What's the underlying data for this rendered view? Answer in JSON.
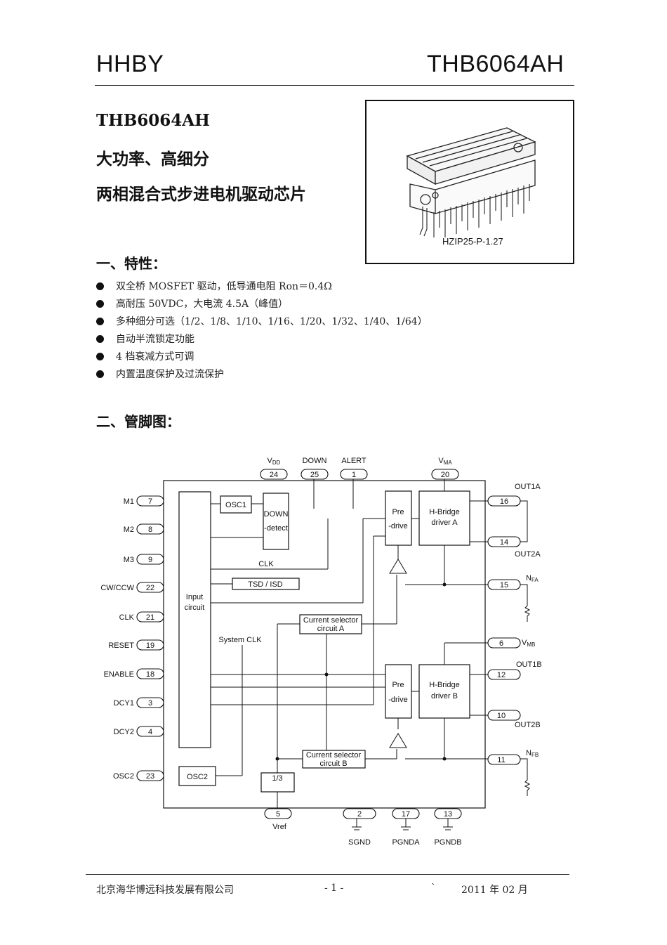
{
  "header": {
    "left": "HHBY",
    "right": "THB6064AH"
  },
  "title": {
    "part": "THB6064AH",
    "line2": "大功率、高细分",
    "line3": "两相混合式步进电机驱动芯片"
  },
  "package": {
    "label": "HZIP25-P-1.27"
  },
  "features": {
    "heading": "一、特性：",
    "items": [
      "双全桥 MOSFET 驱动，低导通电阻 Ron＝0.4Ω",
      "高耐压 50VDC，大电流 4.5A（峰值）",
      "多种细分可选（1/2、1/8、1/10、1/16、1/20、1/32、1/40、1/64）",
      "自动半流锁定功能",
      "4 档衰减方式可调",
      "内置温度保护及过流保护"
    ]
  },
  "pinout": {
    "heading": "二、管脚图：",
    "left_pins": [
      {
        "name": "M1",
        "num": "7"
      },
      {
        "name": "M2",
        "num": "8"
      },
      {
        "name": "M3",
        "num": "9"
      },
      {
        "name": "CW/CCW",
        "num": "22"
      },
      {
        "name": "CLK",
        "num": "21"
      },
      {
        "name": "RESET",
        "num": "19"
      },
      {
        "name": "ENABLE",
        "num": "18"
      },
      {
        "name": "DCY1",
        "num": "3"
      },
      {
        "name": "DCY2",
        "num": "4"
      },
      {
        "name": "OSC2",
        "num": "23"
      }
    ],
    "top_pins": [
      {
        "name": "V",
        "sub": "DD",
        "num": "24"
      },
      {
        "name": "DOWN",
        "sub": "",
        "num": "25"
      },
      {
        "name": "ALERT",
        "sub": "",
        "num": "1"
      },
      {
        "name": "V",
        "sub": "MA",
        "num": "20"
      }
    ],
    "right_pins": [
      {
        "name": "OUT1A",
        "num": "16"
      },
      {
        "name": "OUT2A",
        "num": "14"
      },
      {
        "name": "N",
        "sub": "FA",
        "num": "15"
      },
      {
        "name": "V",
        "sub": "MB",
        "num": "6"
      },
      {
        "name": "OUT1B",
        "num": "12"
      },
      {
        "name": "OUT2B",
        "num": "10"
      },
      {
        "name": "N",
        "sub": "FB",
        "num": "11"
      }
    ],
    "bottom_pins": [
      {
        "name": "Vref",
        "num": "5"
      },
      {
        "name": "SGND",
        "num": "2"
      },
      {
        "name": "PGNDA",
        "num": "17"
      },
      {
        "name": "PGNDB",
        "num": "13"
      }
    ],
    "blocks": {
      "osc1": "OSC1",
      "down_detect_1": "DOWN",
      "down_detect_2": "-detect",
      "input_1": "Input",
      "input_2": "circuit",
      "clk": "CLK",
      "tsd": "TSD / ISD",
      "sysclk": "System CLK",
      "cs_a_1": "Current selector",
      "cs_a_2": "circuit A",
      "cs_b_1": "Current selector",
      "cs_b_2": "circuit B",
      "pre_a_1": "Pre",
      "pre_a_2": "-drive",
      "pre_b_1": "Pre",
      "pre_b_2": "-drive",
      "hb_a_1": "H-Bridge",
      "hb_a_2": "driver A",
      "hb_b_1": "H-Bridge",
      "hb_b_2": "driver B",
      "div": "1/3",
      "osc2": "OSC2"
    }
  },
  "footer": {
    "company": "北京海华博远科技发展有限公司",
    "page": "- 1 -",
    "mark": "`",
    "date": "2011 年 02 月"
  }
}
